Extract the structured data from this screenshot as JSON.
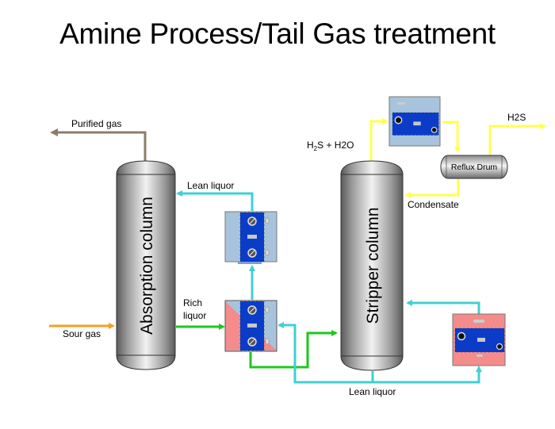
{
  "title": "Amine Process/Tail Gas treatment",
  "equipment": {
    "absorption_column": "Absorption column",
    "stripper_column": "Stripper column",
    "reflux_drum": "Reflux Drum"
  },
  "streams": {
    "purified_gas": "Purified gas",
    "sour_gas": "Sour gas",
    "lean_liquor_top": "Lean liquor",
    "rich_liquor_1": "Rich",
    "rich_liquor_2": "liquor",
    "h2s_h2o_a": "H",
    "h2s_h2o_sub": "2",
    "h2s_h2o_b": "S + H2O",
    "h2s": "H2S",
    "condensate": "Condensate",
    "lean_liquor_bottom": "Lean liquor"
  },
  "colors": {
    "purified_gas": "#8b7d6b",
    "sour_gas": "#f5a020",
    "lean_liquor": "#40d0d0",
    "rich_liquor": "#1ec81e",
    "overhead": "#ffff50",
    "exchanger_plate": "#0a3cc8",
    "exchanger_cool_bg": "#a8c4dc",
    "exchanger_hot_bg": "#f58c8c"
  }
}
